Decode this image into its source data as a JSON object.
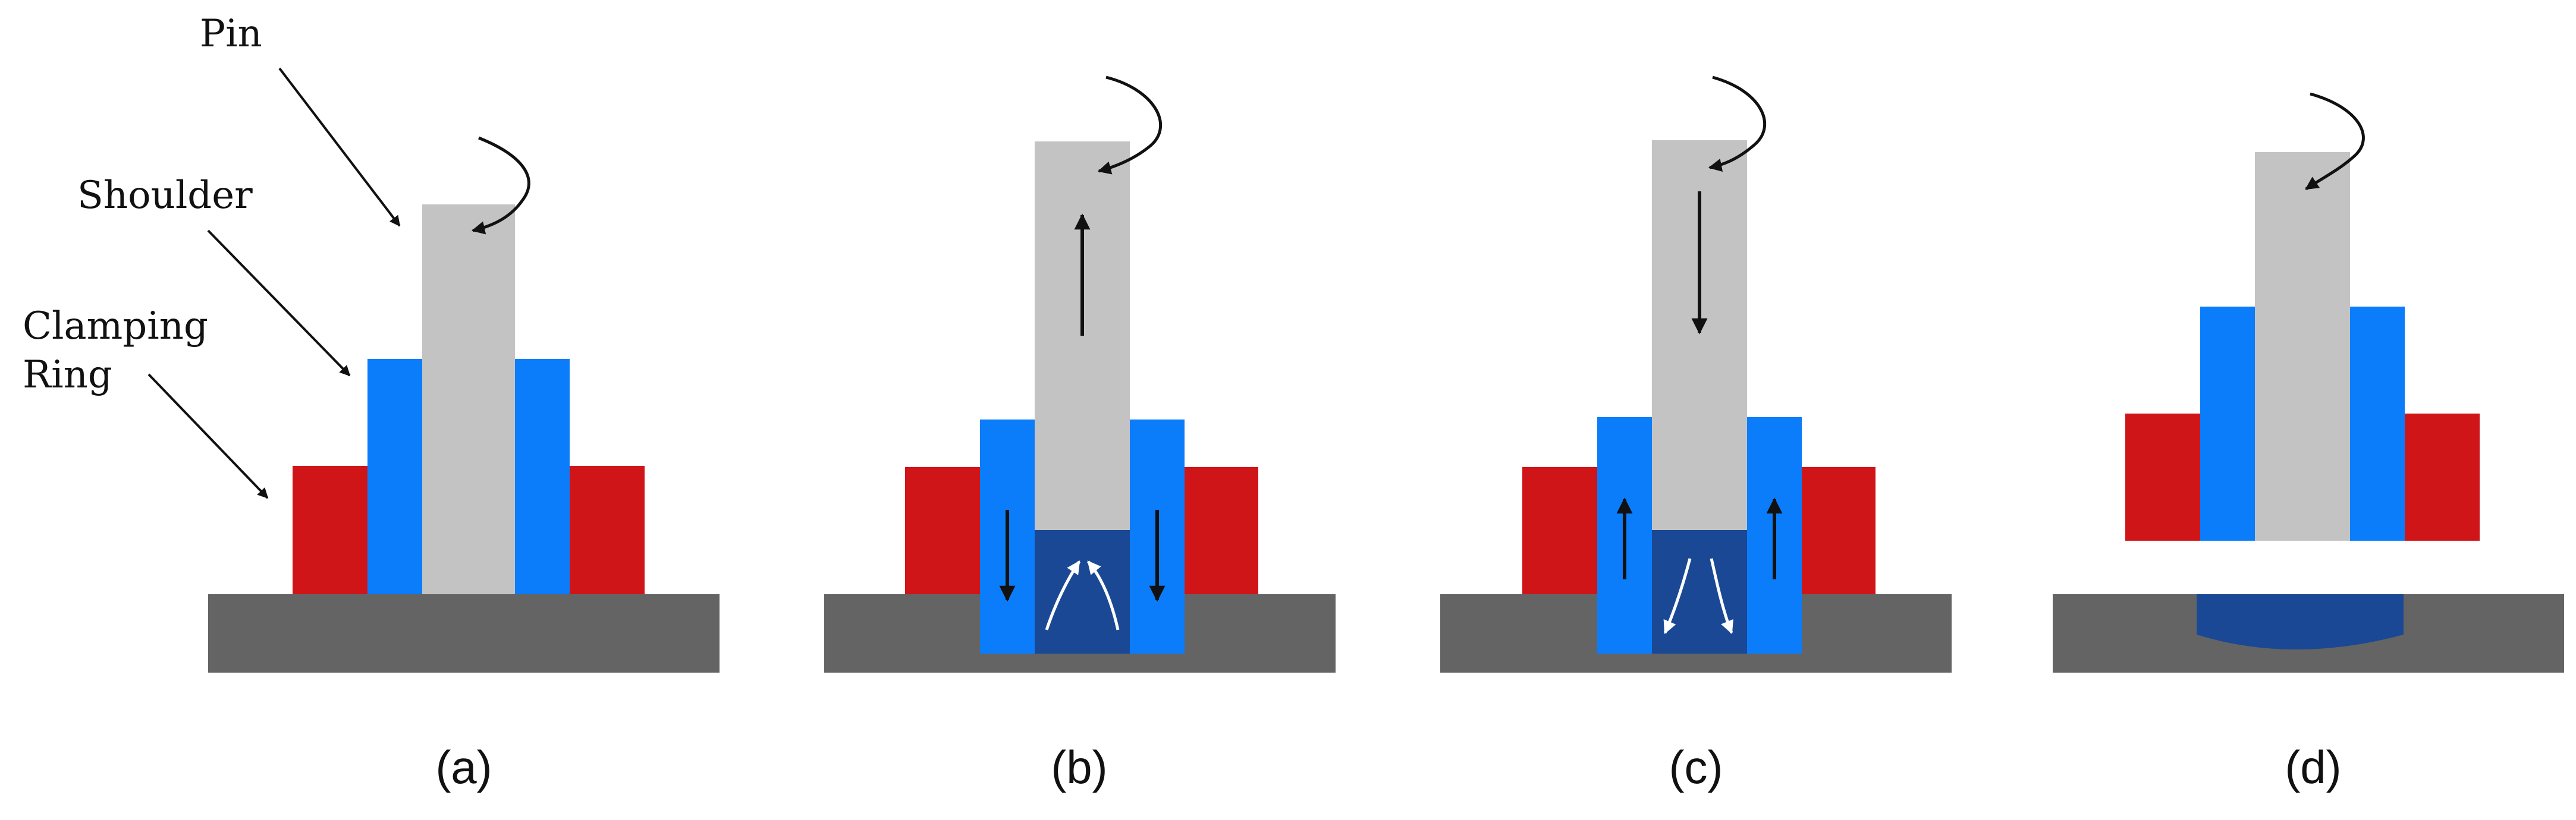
{
  "labels": {
    "pin": "Pin",
    "shoulder": "Shoulder",
    "clamping_ring_line1": "Clamping",
    "clamping_ring_line2": "Ring"
  },
  "captions": {
    "a": "(a)",
    "b": "(b)",
    "c": "(c)",
    "d": "(d)"
  },
  "colors": {
    "base_plate": "#646464",
    "clamping_ring": "#d01518",
    "shoulder": "#0b7dfb",
    "pin": "#c3c3c3",
    "material": "#1a4894",
    "arrow": "#111111",
    "flow_arrow": "#ffffff"
  }
}
